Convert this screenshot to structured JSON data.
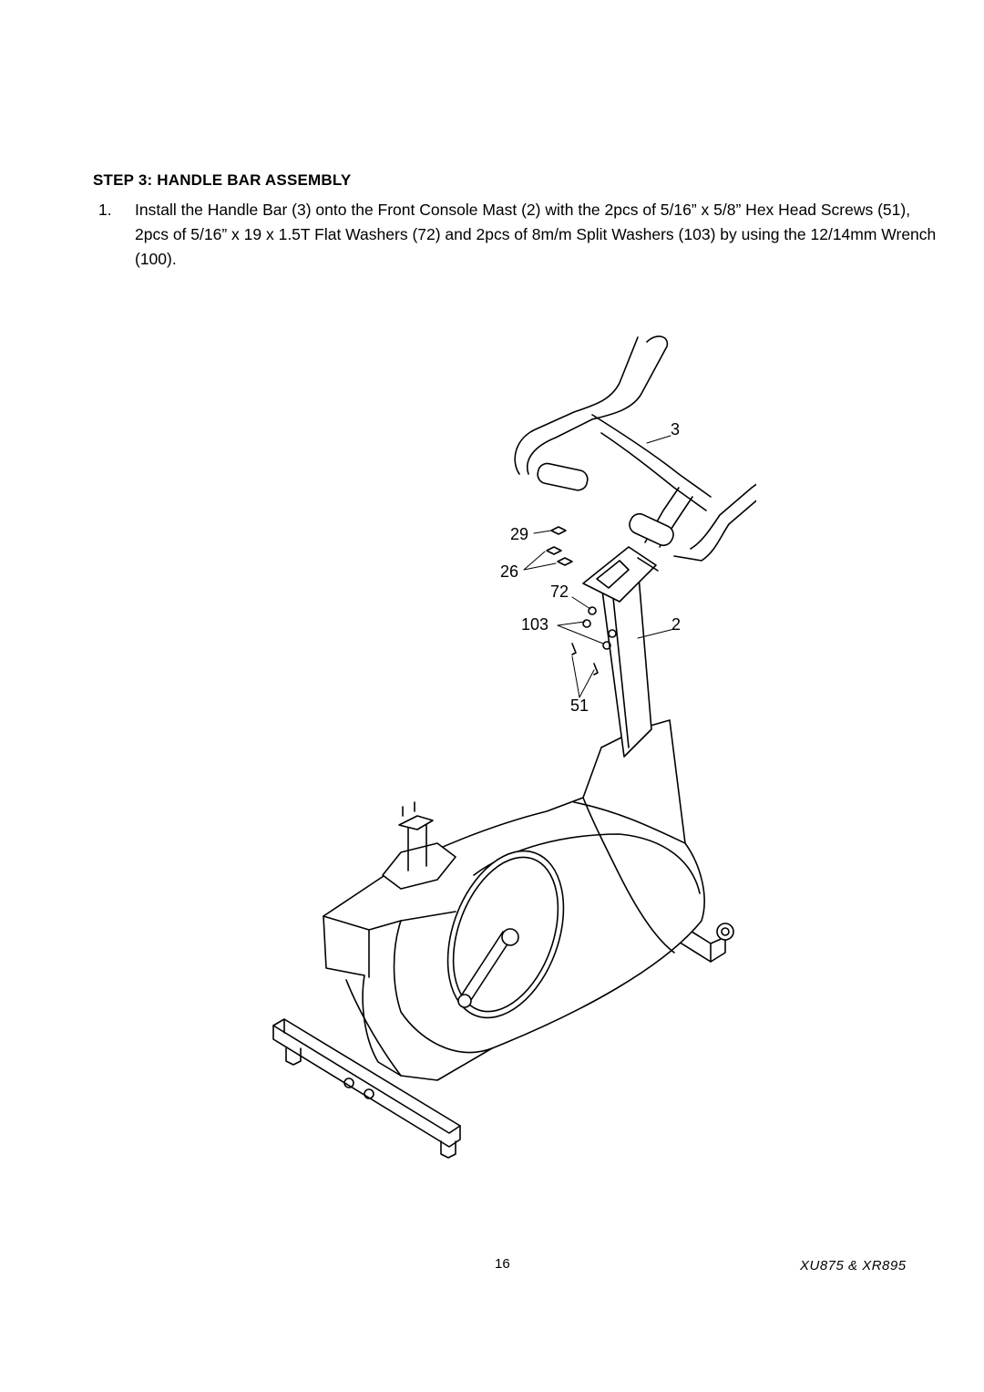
{
  "step": {
    "heading": "STEP 3: HANDLE BAR ASSEMBLY",
    "instructions": [
      {
        "number": "1.",
        "text": "Install the Handle Bar (3) onto the Front Console Mast (2) with the 2pcs of 5/16” x 5/8” Hex Head Screws (51), 2pcs of 5/16” x 19 x 1.5T Flat Washers (72) and 2pcs of 8m/m Split Washers (103) by using the 12/14mm Wrench (100)."
      }
    ]
  },
  "figure": {
    "callouts": {
      "handle_bar": "3",
      "part_29": "29",
      "part_26": "26",
      "flat_washers": "72",
      "split_washers": "103",
      "console_mast": "2",
      "hex_screws": "51"
    }
  },
  "footer": {
    "page_number": "16",
    "model": "XU875 & XR895"
  }
}
